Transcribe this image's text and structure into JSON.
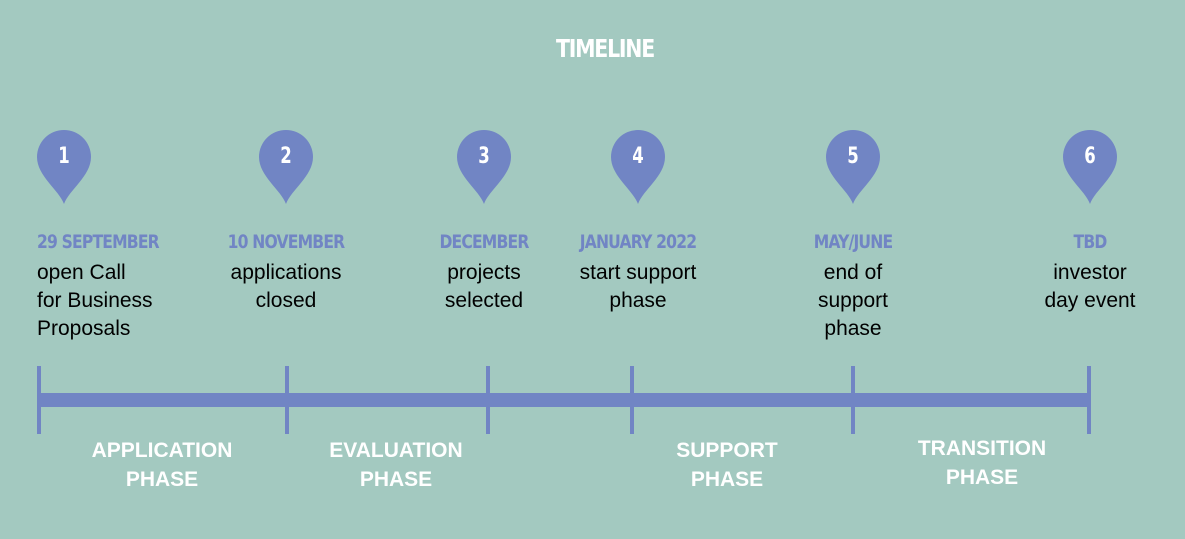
{
  "title": "TIMELINE",
  "colors": {
    "background": "#a3c9c0",
    "accent": "#7185c4",
    "text": "#000000",
    "phase_text": "#ffffff"
  },
  "milestones": [
    {
      "number": "1",
      "date": "29 SEPTEMBER",
      "description": "open Call\nfor Business\nProposals"
    },
    {
      "number": "2",
      "date": "10 NOVEMBER",
      "description": "applications\nclosed"
    },
    {
      "number": "3",
      "date": "DECEMBER",
      "description": "projects\nselected"
    },
    {
      "number": "4",
      "date": "JANUARY 2022",
      "description": "start support\nphase"
    },
    {
      "number": "5",
      "date": "MAY/JUNE",
      "description": "end of\nsupport\nphase"
    },
    {
      "number": "6",
      "date": "TBD",
      "description": "investor\nday event"
    }
  ],
  "phases": [
    {
      "label": "APPLICATION\nPHASE"
    },
    {
      "label": "EVALUATION\nPHASE"
    },
    {
      "label": "SUPPORT\nPHASE"
    },
    {
      "label": "TRANSITION\nPHASE"
    }
  ]
}
